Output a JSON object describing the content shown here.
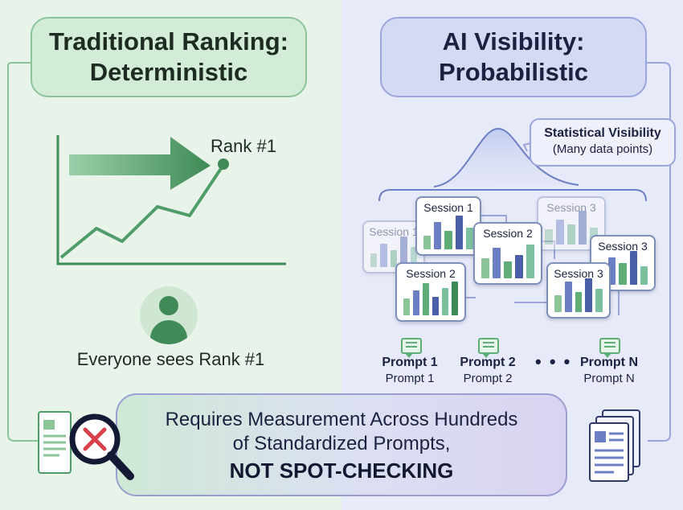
{
  "left_panel": {
    "title_line1": "Traditional Ranking:",
    "title_line2": "Deterministic",
    "rank_label": "Rank #1",
    "caption": "Everyone sees Rank #1"
  },
  "right_panel": {
    "title_line1": "AI Visibility:",
    "title_line2": "Probabilistic",
    "callout_line1": "Statistical Visibility",
    "callout_line2": "(Many data points)",
    "sessions": [
      {
        "label": "Session 1",
        "faded": true,
        "bars": [
          0.4,
          0.7,
          0.5,
          0.9,
          0.6
        ]
      },
      {
        "label": "Session 1",
        "faded": false,
        "bars": [
          0.4,
          0.8,
          0.55,
          1.0,
          0.65
        ]
      },
      {
        "label": "Session 3",
        "faded": true,
        "bars": [
          0.45,
          0.75,
          0.6,
          1.0,
          0.5
        ]
      },
      {
        "label": "Session 2",
        "faded": false,
        "bars": [
          0.6,
          0.9,
          0.5,
          0.7,
          1.0
        ]
      },
      {
        "label": "Session 3",
        "faded": false,
        "bars": [
          0.5,
          0.8,
          0.65,
          1.0,
          0.55
        ]
      },
      {
        "label": "Session 2",
        "faded": false,
        "bars": [
          0.5,
          0.75,
          0.95,
          0.55,
          0.8,
          1.0
        ]
      },
      {
        "label": "Session 3",
        "faded": false,
        "bars": [
          0.5,
          0.9,
          0.6,
          1.0,
          0.7
        ]
      }
    ],
    "prompts": [
      {
        "title": "Prompt 1",
        "subtitle": "Prompt 1"
      },
      {
        "title": "Prompt 2",
        "subtitle": "Prompt 2"
      },
      {
        "title": "Prompt N",
        "subtitle": "Prompt N"
      }
    ],
    "ellipsis": "• • •"
  },
  "banner": {
    "line1": "Requires Measurement Across Hundreds",
    "line2": "of Standardized Prompts,",
    "line3": "NOT SPOT-CHECKING"
  },
  "icons": [
    "arrow-right-icon",
    "person-icon",
    "chat-bubble-icon",
    "magnifier-x-icon",
    "document-stack-icon",
    "document-icon"
  ],
  "colors": {
    "left_bg": "#e8f4ea",
    "right_bg": "#e7eaf8",
    "green_accent": "#4e9c68",
    "blue_accent": "#6d7fc4",
    "red_x": "#d8404a"
  }
}
